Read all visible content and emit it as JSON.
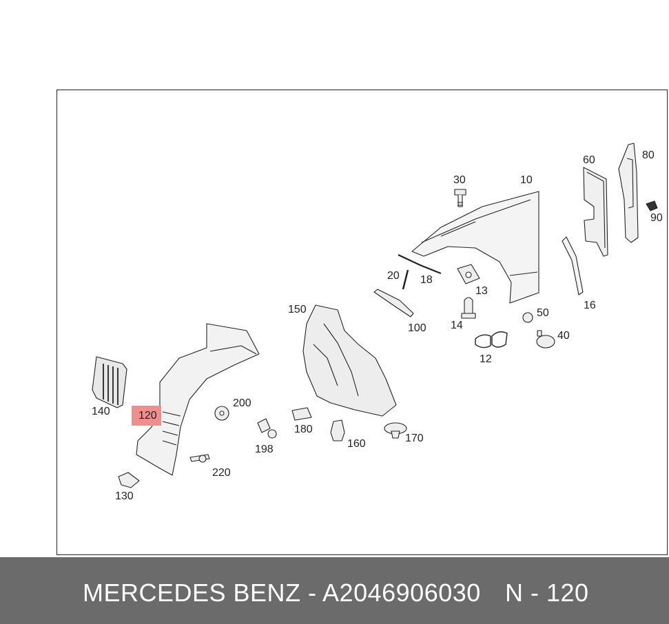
{
  "highlight": {
    "part": "120",
    "color": "#f08d8d"
  },
  "labels": {
    "p10": "10",
    "p12": "12",
    "p13": "13",
    "p14": "14",
    "p16": "16",
    "p18": "18",
    "p20": "20",
    "p30": "30",
    "p40": "40",
    "p50": "50",
    "p60": "60",
    "p80": "80",
    "p90": "90",
    "p100": "100",
    "p120": "120",
    "p130": "130",
    "p140": "140",
    "p150": "150",
    "p160": "160",
    "p170": "170",
    "p180": "180",
    "p198": "198",
    "p200": "200",
    "p220": "220"
  },
  "footer": {
    "brand_part": "MERCEDES BENZ - A2046906030",
    "ref": "N - 120",
    "bg_color": "#6b6b6b"
  }
}
